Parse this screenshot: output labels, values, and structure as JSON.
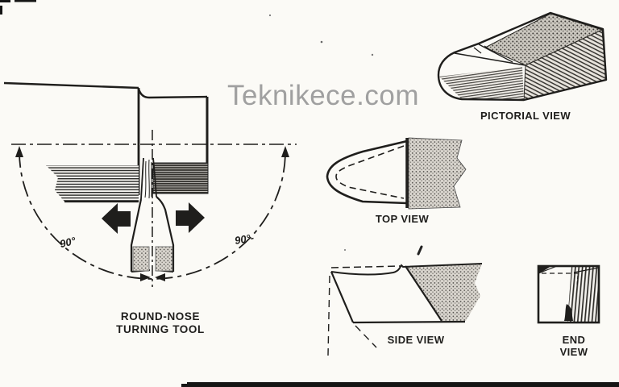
{
  "colors": {
    "paper": "#fbfaf6",
    "ink": "#1f1e1c",
    "watermark": "#a0a0a0"
  },
  "watermark": {
    "text": "Teknikece.com"
  },
  "main_figure": {
    "caption_line1": "ROUND-NOSE",
    "caption_line2": "TURNING TOOL",
    "angle_left_label": "90°",
    "angle_right_label": "90°-"
  },
  "views": {
    "pictorial_label": "PICTORIAL VIEW",
    "top_label": "TOP VIEW",
    "side_label": "SIDE VIEW",
    "end_label_line1": "END",
    "end_label_line2": "VIEW"
  }
}
